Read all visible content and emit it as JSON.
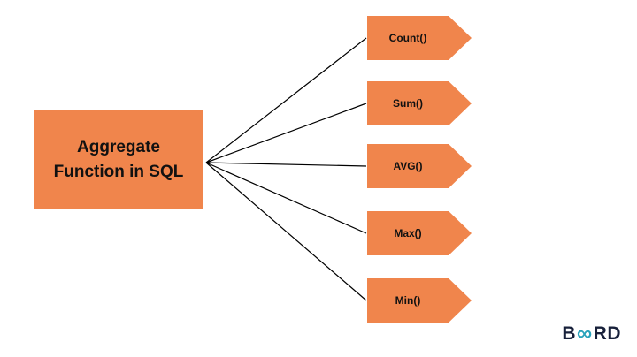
{
  "diagram": {
    "title": "Aggregate Function in SQL",
    "root": {
      "label": "Aggregate Function in SQL"
    },
    "items": [
      {
        "label": "Count()"
      },
      {
        "label": "Sum()"
      },
      {
        "label": "AVG()"
      },
      {
        "label": "Max()"
      },
      {
        "label": "Min()"
      }
    ],
    "colors": {
      "node_fill": "#F0854C",
      "connector": "#000000",
      "text": "#111111"
    }
  },
  "logo": {
    "prefix": "B",
    "infinity_glyph": "∞",
    "suffix": "RD",
    "accent_color": "#29A3BB",
    "text_color": "#17203A"
  }
}
